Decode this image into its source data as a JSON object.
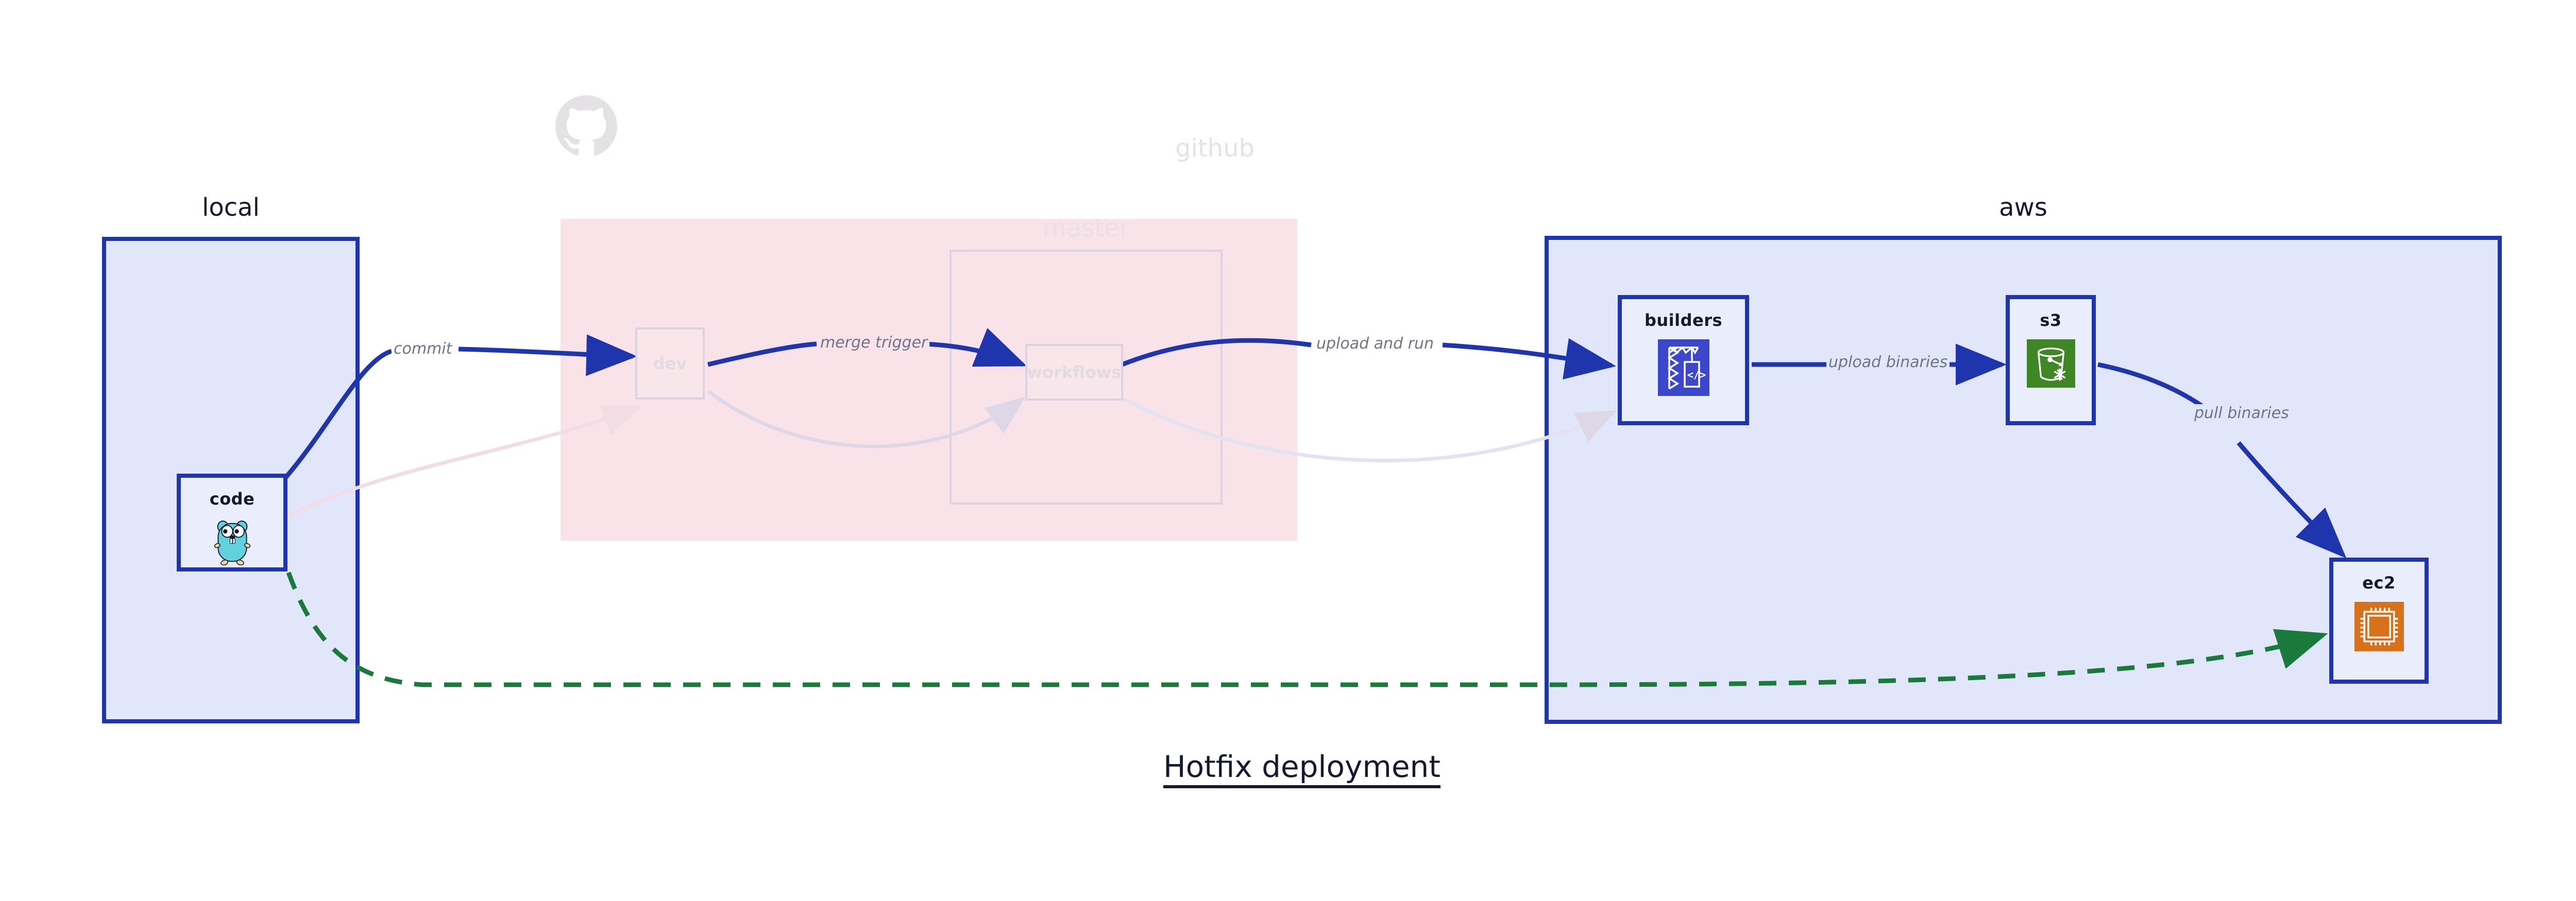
{
  "diagram": {
    "title": "Hotfix deployment",
    "colors": {
      "zone_blue_fill": "#e2e6fa",
      "zone_blue_border": "#1f35ad",
      "zone_pink_fill": "#f9e3e8",
      "node_fill": "#eaeefc",
      "arrow_blue": "#1f35ad",
      "arrow_green": "#1a7a3c",
      "arrow_faded": "#ddd7e6",
      "label_gray": "#6f7585",
      "text_dark": "#15192e",
      "faded_text": "#e0dce1"
    }
  },
  "zones": [
    {
      "id": "local",
      "label": "local",
      "state": "active"
    },
    {
      "id": "github",
      "label": "github",
      "state": "faded"
    },
    {
      "id": "master",
      "label": "master",
      "state": "faded"
    },
    {
      "id": "aws",
      "label": "aws",
      "state": "active"
    }
  ],
  "nodes": [
    {
      "id": "code",
      "label": "code",
      "icon": "go-gopher-icon",
      "state": "active",
      "zone": "local"
    },
    {
      "id": "dev",
      "label": "dev",
      "icon": "none",
      "state": "faded",
      "zone": "github"
    },
    {
      "id": "workflows",
      "label": "workflows",
      "icon": "none",
      "state": "faded",
      "zone": "master"
    },
    {
      "id": "builders",
      "label": "builders",
      "icon": "aws-codebuild-icon",
      "state": "active",
      "zone": "aws"
    },
    {
      "id": "s3",
      "label": "s3",
      "icon": "aws-s3-glacier-icon",
      "state": "active",
      "zone": "aws"
    },
    {
      "id": "ec2",
      "label": "ec2",
      "icon": "aws-ec2-chip-icon",
      "state": "active",
      "zone": "aws"
    }
  ],
  "edges": [
    {
      "id": "commit",
      "label": "commit",
      "from": "code",
      "to": "dev",
      "style": "solid",
      "color": "#1f35ad",
      "state": "active"
    },
    {
      "id": "merge-trigger",
      "label": "merge trigger",
      "from": "dev",
      "to": "workflows",
      "style": "solid",
      "color": "#1f35ad",
      "state": "active"
    },
    {
      "id": "upload-and-run",
      "label": "upload and run",
      "from": "workflows",
      "to": "builders",
      "style": "solid",
      "color": "#1f35ad",
      "state": "active"
    },
    {
      "id": "upload-binaries",
      "label": "upload binaries",
      "from": "builders",
      "to": "s3",
      "style": "solid",
      "color": "#1f35ad",
      "state": "active"
    },
    {
      "id": "pull-binaries",
      "label": "pull binaries",
      "from": "s3",
      "to": "ec2",
      "style": "solid",
      "color": "#1f35ad",
      "state": "active"
    },
    {
      "id": "hotfix-direct",
      "label": "",
      "from": "code",
      "to": "ec2",
      "style": "dashed",
      "color": "#1a7a3c",
      "state": "active"
    },
    {
      "id": "faded-code-dev",
      "label": "",
      "from": "code",
      "to": "dev",
      "style": "solid",
      "color": "#f0d9e0",
      "state": "faded"
    },
    {
      "id": "faded-dev-workflows",
      "label": "",
      "from": "dev",
      "to": "workflows",
      "style": "solid",
      "color": "#ddd7e6",
      "state": "faded"
    },
    {
      "id": "faded-workflows-build",
      "label": "",
      "from": "workflows",
      "to": "builders",
      "style": "solid",
      "color": "#e3e2f0",
      "state": "faded"
    }
  ],
  "github_logo": {
    "name": "github-octocat-logo",
    "state": "faded"
  }
}
